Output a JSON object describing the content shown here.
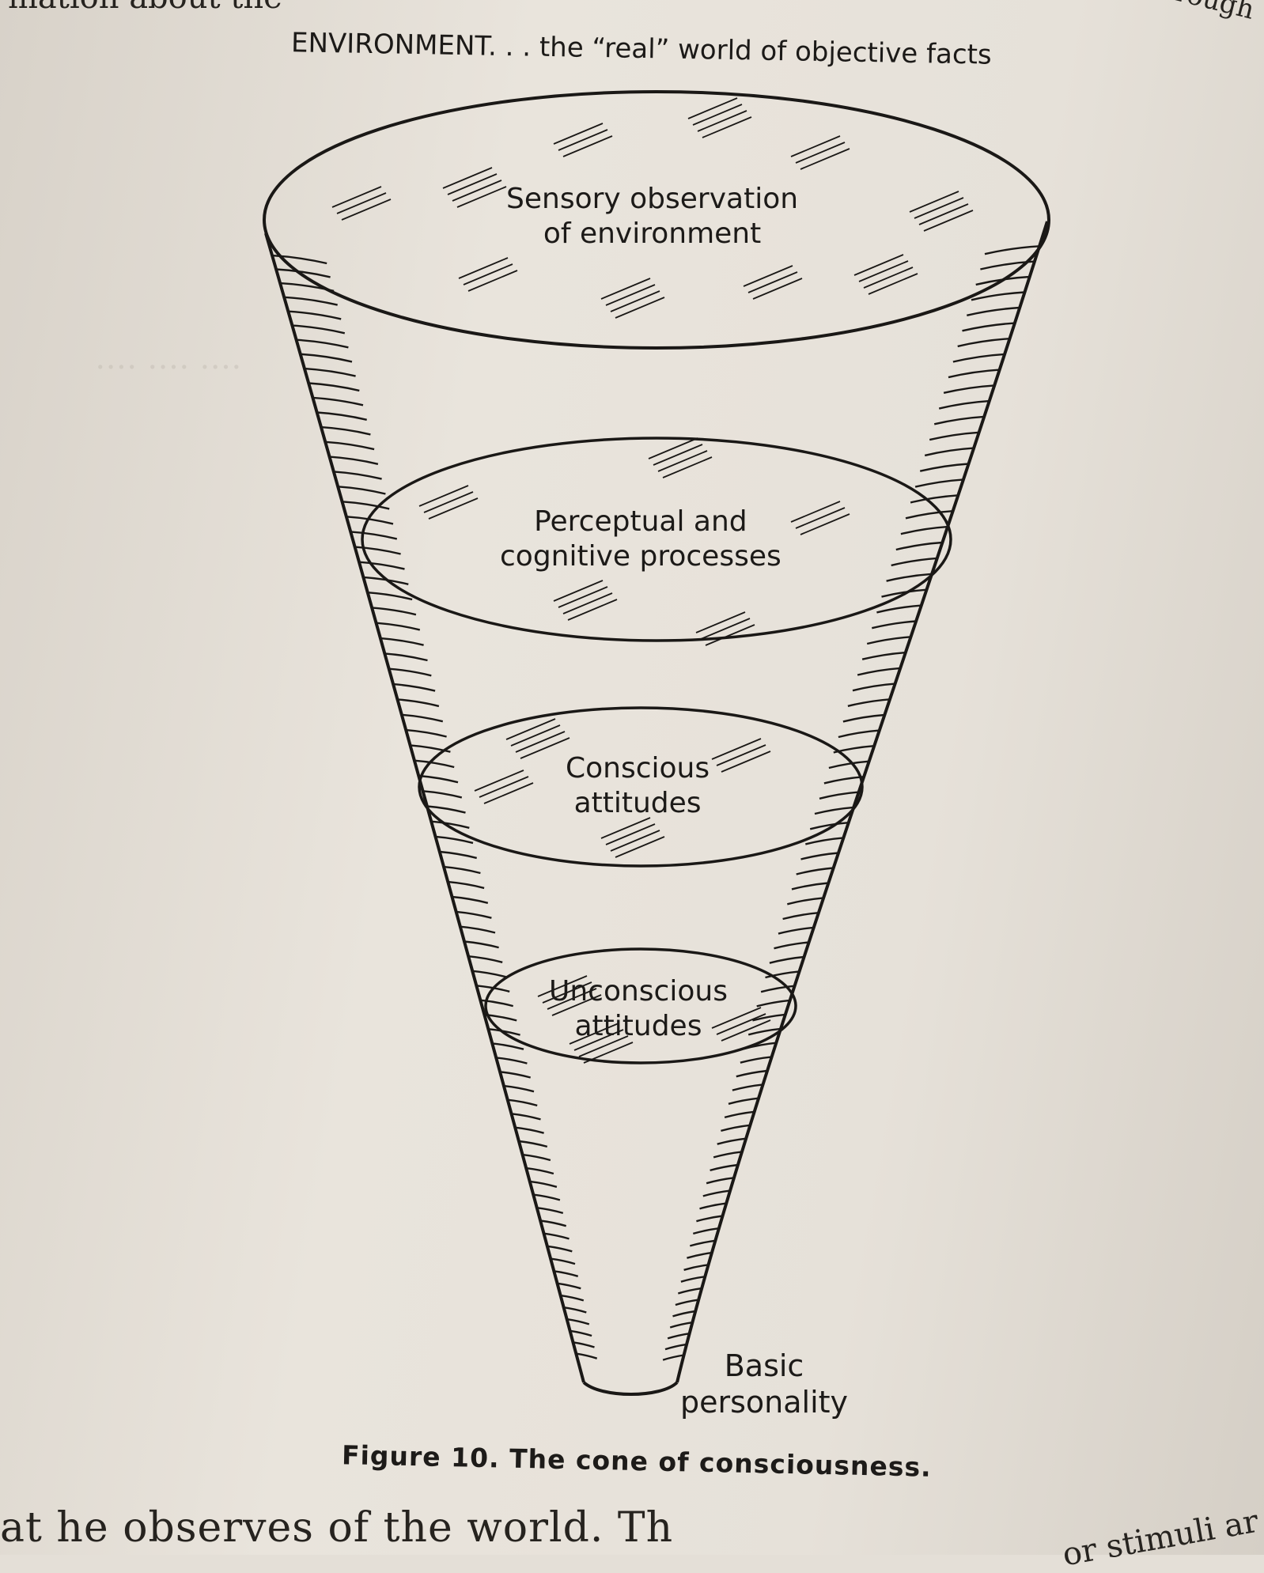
{
  "page": {
    "fragments": {
      "top_left": "mation about the",
      "top_right": "ual through",
      "bottom_left": "at he observes of the world.  Th",
      "bottom_right": "or stimuli ar"
    }
  },
  "diagram": {
    "environment": "ENVIRONMENT. . . the “real” world of objective facts",
    "levels": [
      {
        "line1": "Sensory observation",
        "line2": "of environment"
      },
      {
        "line1": "Perceptual and",
        "line2": "cognitive processes"
      },
      {
        "line1": "Conscious",
        "line2": "attitudes"
      },
      {
        "line1": "Unconscious",
        "line2": "attitudes"
      },
      {
        "line1": "Basic",
        "line2": "personality"
      }
    ],
    "caption": "Figure 10. The cone of consciousness."
  },
  "colors": {
    "ink": "#1a1816",
    "paper": "#e6e1d9"
  }
}
